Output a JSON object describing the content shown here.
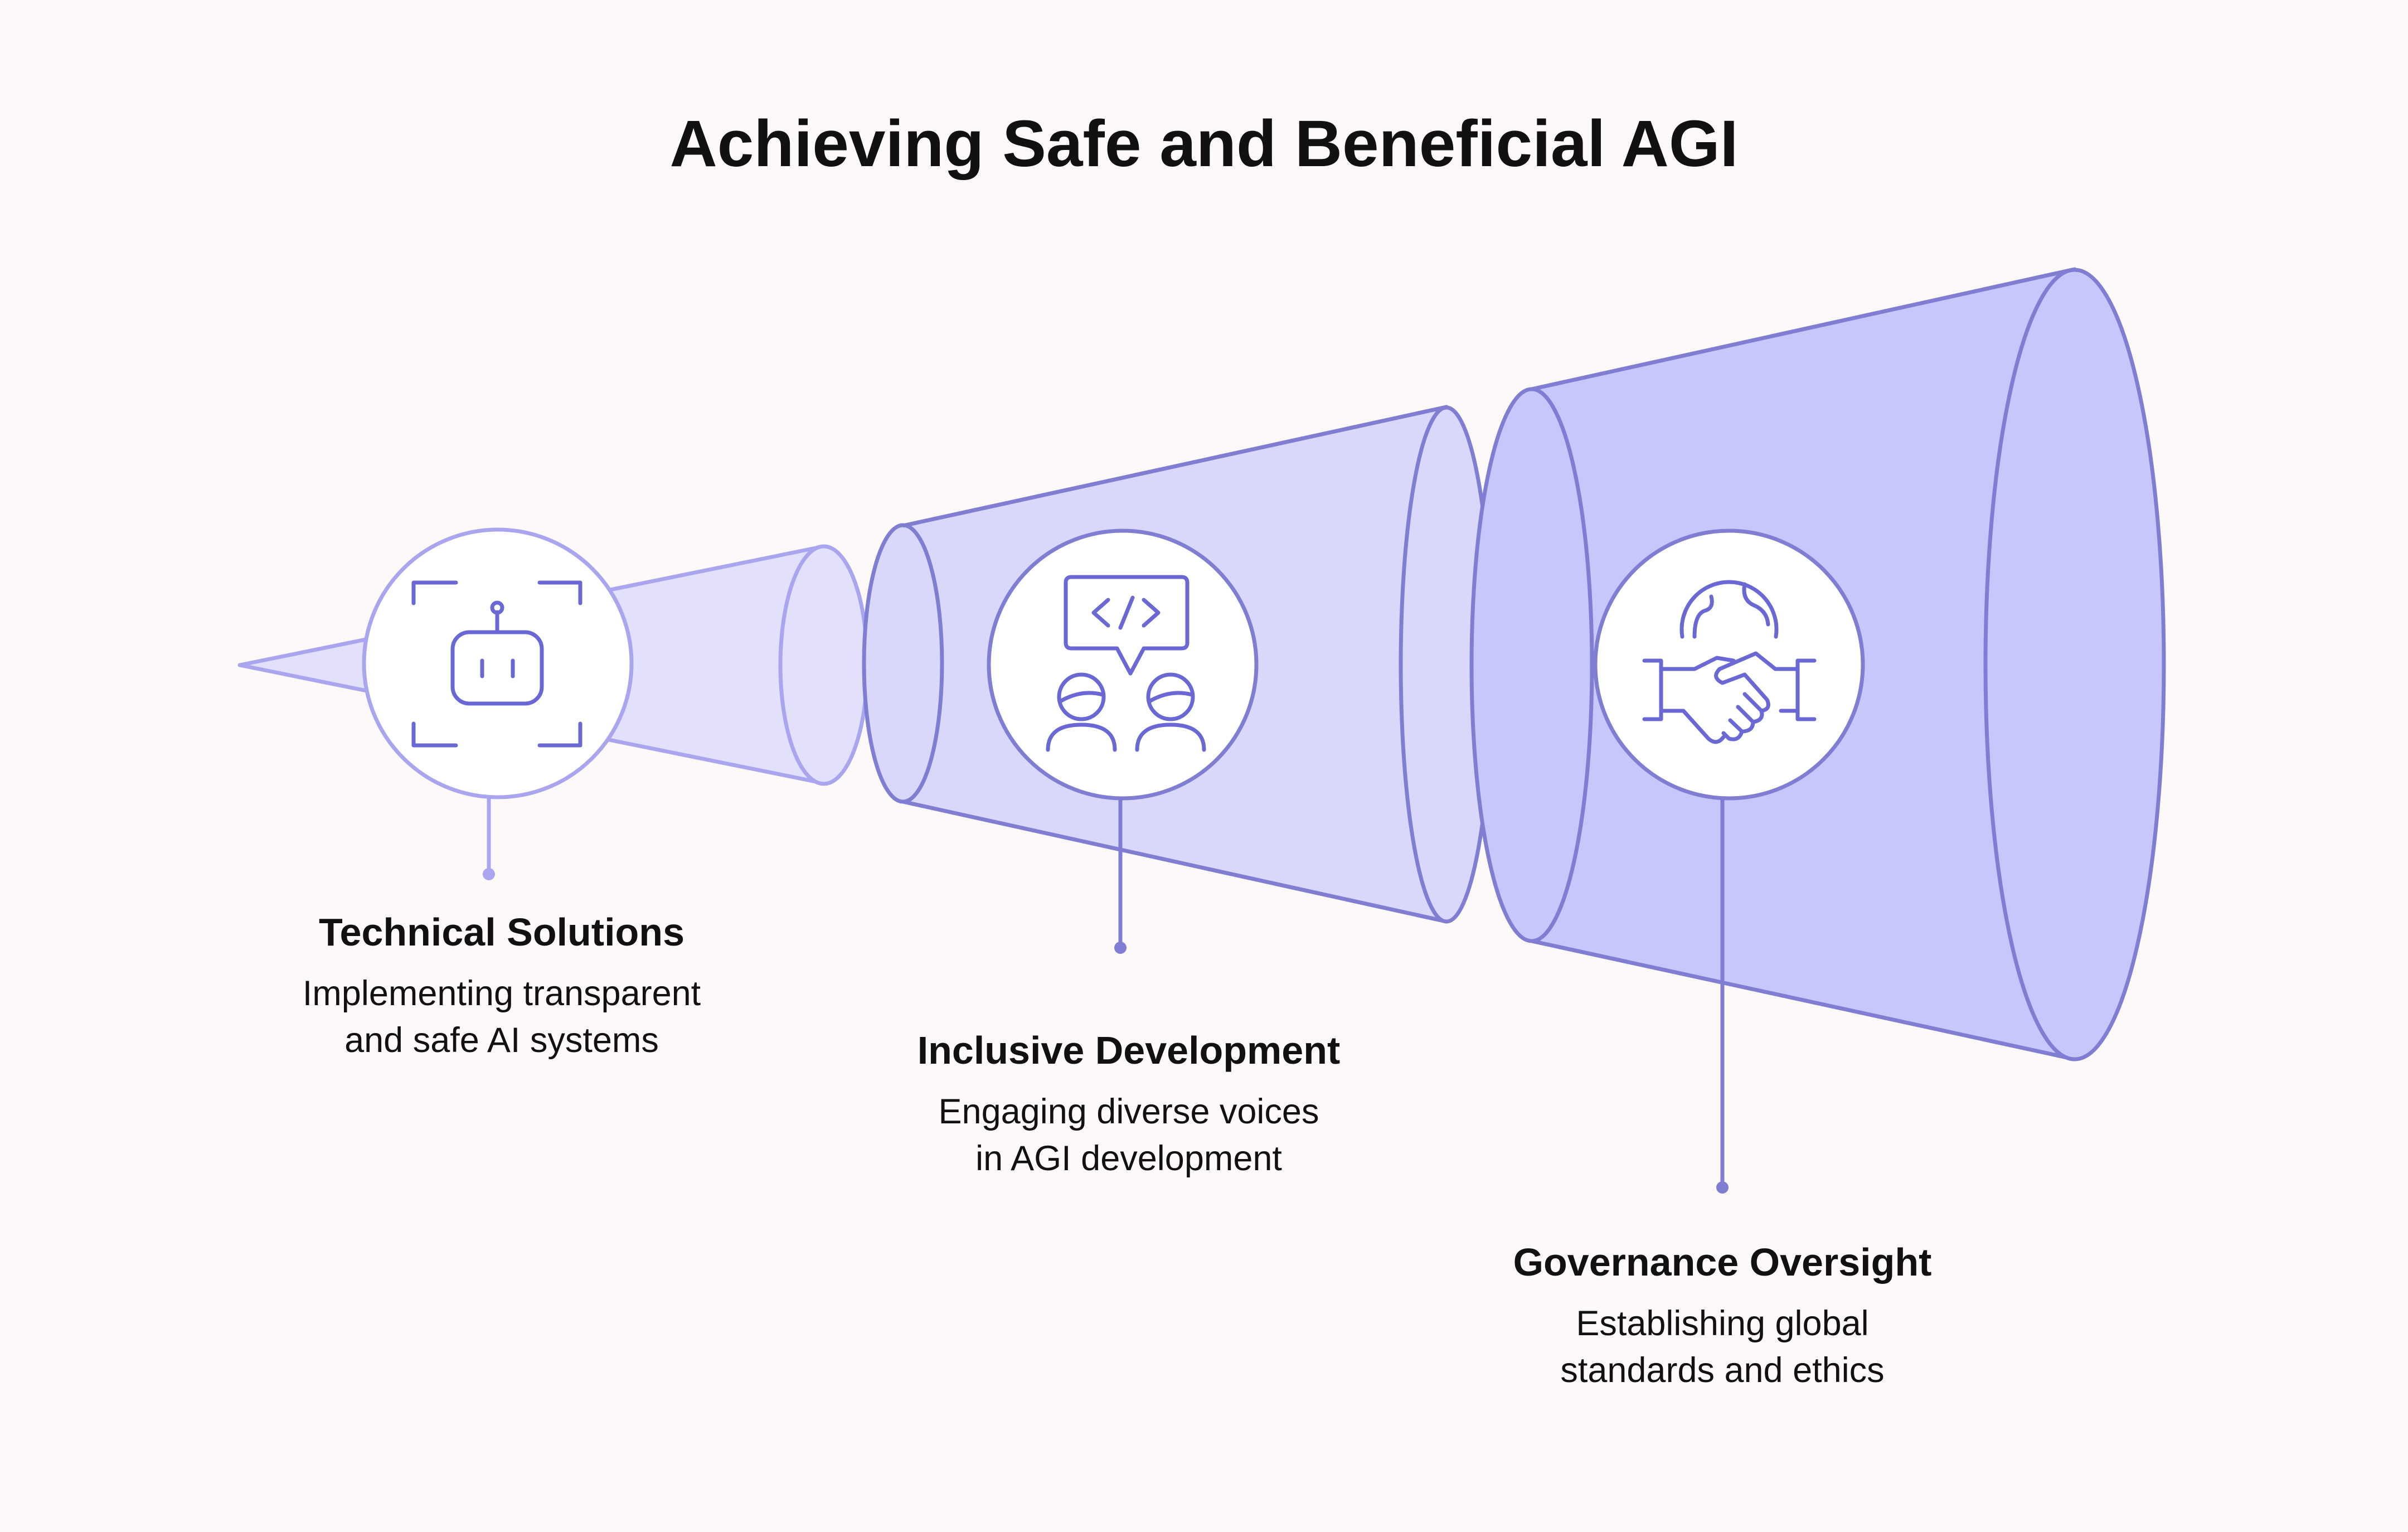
{
  "title": "Achieving Safe and Beneficial AGI",
  "colors": {
    "background": "#fdf9f8",
    "stage1_fill": "#e2e0fb",
    "stage1_stroke": "#a9a6ef",
    "stage2_fill": "#d9d8fb",
    "stage2_stroke": "#7f7ed2",
    "stage3_fill": "#c8c7fc",
    "stage3_stroke": "#7f7ed2",
    "icon_stroke": "#6a68d4",
    "text": "#111111"
  },
  "stages": [
    {
      "heading": "Technical Solutions",
      "description_lines": [
        "Implementing transparent",
        "and safe AI systems"
      ],
      "icon": "robot-face-icon"
    },
    {
      "heading": "Inclusive Development",
      "description_lines": [
        "Engaging diverse voices",
        "in AGI development"
      ],
      "icon": "people-code-chat-icon"
    },
    {
      "heading": "Governance Oversight",
      "description_lines": [
        "Establishing global",
        "standards and ethics"
      ],
      "icon": "globe-handshake-icon"
    }
  ]
}
